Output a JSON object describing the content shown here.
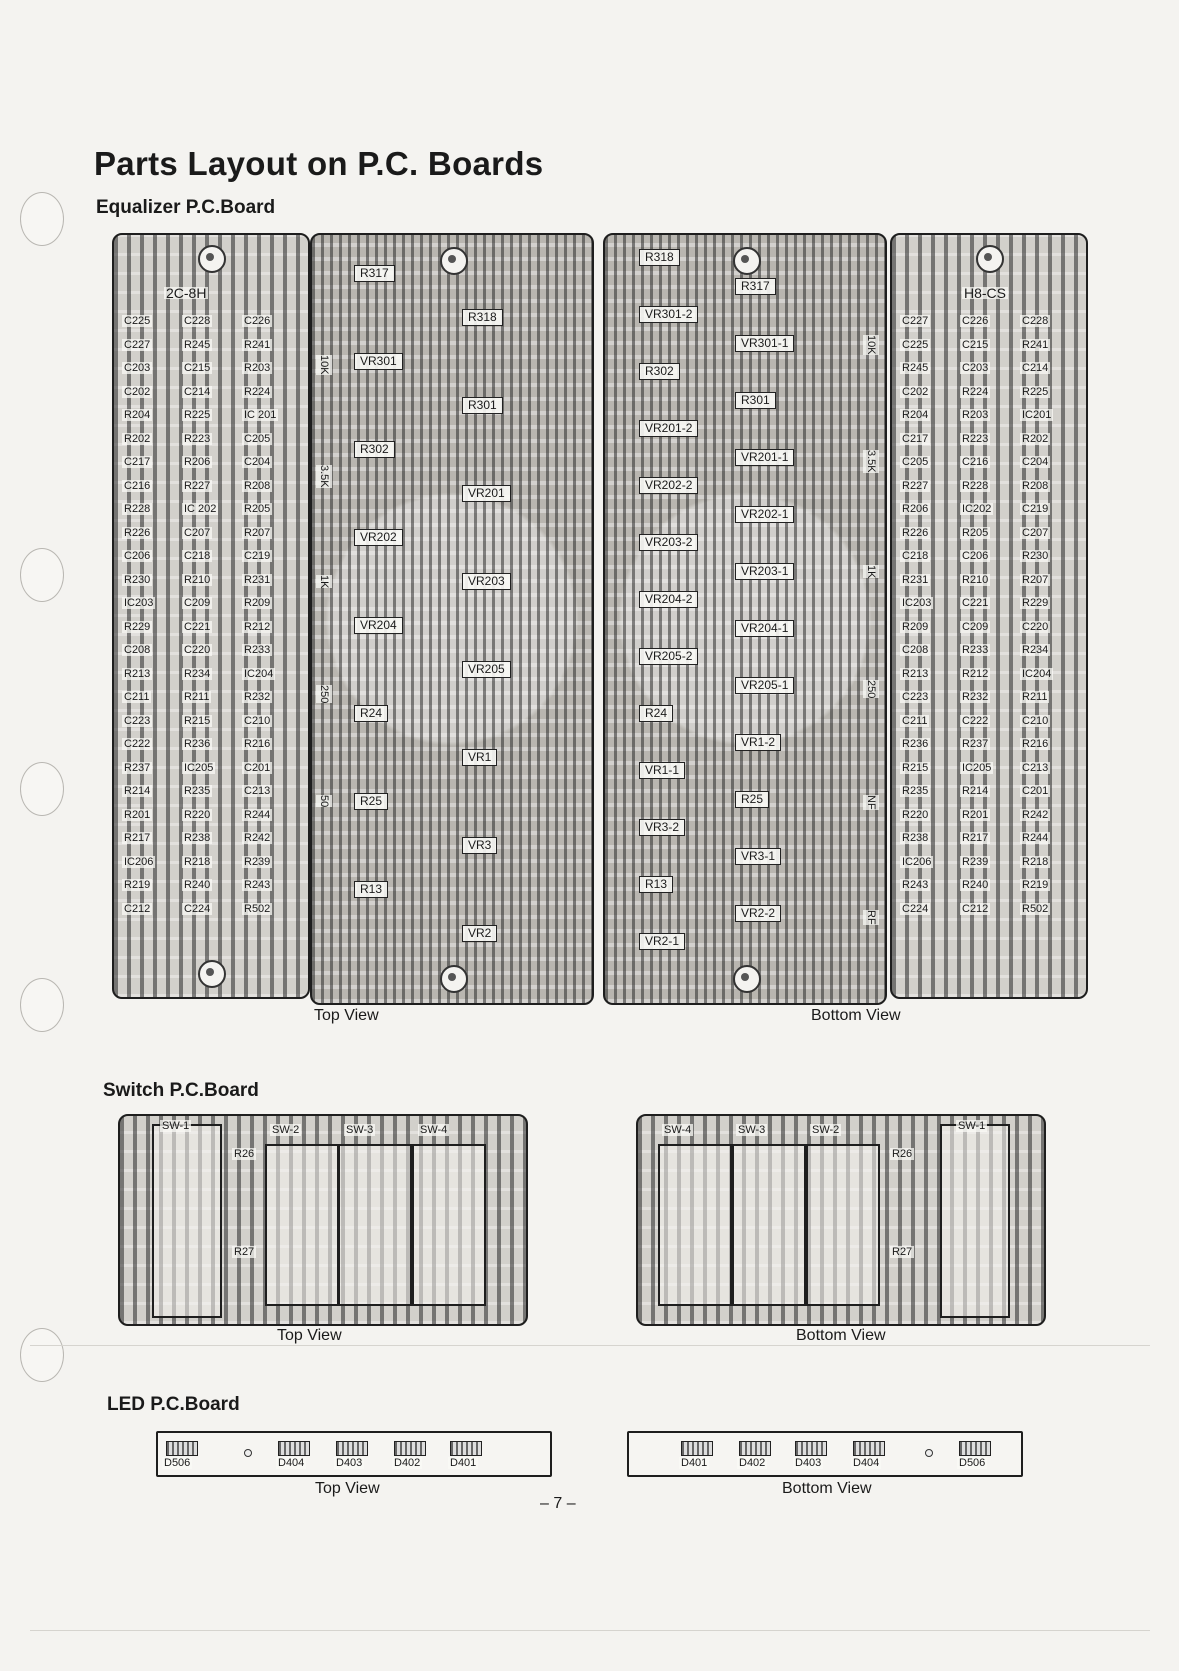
{
  "document": {
    "title": "Parts Layout on P.C. Boards",
    "page_number": "– 7 –"
  },
  "equalizer": {
    "heading": "Equalizer P.C.Board",
    "top_view_label": "Top View",
    "bottom_view_label": "Bottom View",
    "board_marking": "2C-8H",
    "board_marking_mirrored": "H8-CS",
    "left_strip_labels": [
      "C225",
      "C228",
      "C226",
      "C227",
      "R245",
      "R241",
      "C203",
      "C215",
      "R203",
      "C202",
      "C214",
      "R224",
      "R204",
      "R225",
      "IC 201",
      "R202",
      "R223",
      "C205",
      "C217",
      "R206",
      "C204",
      "C216",
      "R227",
      "R208",
      "R228",
      "IC 202",
      "R205",
      "R226",
      "C207",
      "R207",
      "C206",
      "C218",
      "C219",
      "R230",
      "R210",
      "R231",
      "IC203",
      "C209",
      "R209",
      "R229",
      "C221",
      "R212",
      "C208",
      "C220",
      "R233",
      "R213",
      "R234",
      "IC204",
      "C211",
      "R211",
      "R232",
      "C223",
      "R215",
      "C210",
      "C222",
      "R236",
      "R216",
      "R237",
      "IC205",
      "C201",
      "R214",
      "R235",
      "C213",
      "R201",
      "R220",
      "R244",
      "R217",
      "R238",
      "R242",
      "IC206",
      "R218",
      "R239",
      "R219",
      "R240",
      "R243",
      "C212",
      "C224",
      "R502"
    ],
    "top_middle_labels": [
      "R317",
      "R318",
      "VR301",
      "R301",
      "R302",
      "VR201",
      "VR202",
      "VR203",
      "VR204",
      "VR205",
      "R24",
      "VR1",
      "R25",
      "VR3",
      "R13",
      "VR2"
    ],
    "top_middle_side_labels": [
      "10K",
      "3.5K",
      "1K",
      "250",
      "50"
    ],
    "bottom_middle_labels": [
      "R318",
      "R317",
      "VR301-2",
      "VR301-1",
      "R302",
      "R301",
      "VR201-2",
      "VR201-1",
      "VR202-2",
      "VR202-1",
      "VR203-2",
      "VR203-1",
      "VR204-2",
      "VR204-1",
      "VR205-2",
      "VR205-1",
      "R24",
      "VR1-2",
      "VR1-1",
      "R25",
      "VR3-2",
      "VR3-1",
      "R13",
      "VR2-2",
      "VR2-1"
    ],
    "bottom_middle_side_labels": [
      "10K",
      "3.5K",
      "1K",
      "250",
      "NF",
      "RF"
    ],
    "right_strip_labels": [
      "C227",
      "C226",
      "C228",
      "C225",
      "C215",
      "R241",
      "R245",
      "C203",
      "C214",
      "C202",
      "R224",
      "R225",
      "R204",
      "R203",
      "IC201",
      "C217",
      "R223",
      "R202",
      "C205",
      "C216",
      "C204",
      "R227",
      "R228",
      "R208",
      "R206",
      "IC202",
      "C219",
      "R226",
      "R205",
      "C207",
      "C218",
      "C206",
      "R230",
      "R231",
      "R210",
      "R207",
      "IC203",
      "C221",
      "R229",
      "R209",
      "C209",
      "C220",
      "C208",
      "R233",
      "R234",
      "R213",
      "R212",
      "IC204",
      "C223",
      "R232",
      "R211",
      "C211",
      "C222",
      "C210",
      "R236",
      "R237",
      "R216",
      "R215",
      "IC205",
      "C213",
      "R235",
      "R214",
      "C201",
      "R220",
      "R201",
      "R242",
      "R238",
      "R217",
      "R244",
      "IC206",
      "R239",
      "R218",
      "R243",
      "R240",
      "R219",
      "C224",
      "C212",
      "R502"
    ]
  },
  "switch": {
    "heading": "Switch P.C.Board",
    "top_view_label": "Top View",
    "bottom_view_label": "Bottom View",
    "top_labels": [
      "SW-1",
      "SW-2",
      "SW-3",
      "SW-4",
      "R26",
      "R27"
    ],
    "bottom_labels": [
      "SW-4",
      "SW-3",
      "SW-2",
      "SW-1",
      "R26",
      "R27"
    ]
  },
  "led": {
    "heading": "LED P.C.Board",
    "top_view_label": "Top View",
    "bottom_view_label": "Bottom View",
    "top_labels": [
      "D506",
      "D404",
      "D403",
      "D402",
      "D401"
    ],
    "bottom_labels": [
      "D401",
      "D402",
      "D403",
      "D404",
      "D506"
    ]
  }
}
